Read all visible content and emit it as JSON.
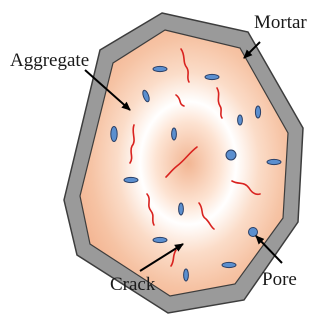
{
  "labels": {
    "mortar": "Mortar",
    "aggregate": "Aggregate",
    "pore": "Pore",
    "crack": "Crack"
  },
  "colors": {
    "mortar": "#9a9a9a",
    "mortar_outline": "#3d3d3d",
    "aggregate_core": "#f2b592",
    "aggregate_mid": "#f7cfb4",
    "aggregate_light": "#ffffff",
    "pore": "#5b8fcf",
    "pore_outline": "#2a3f66",
    "crack": "#d9221f",
    "arrow": "#000000"
  }
}
